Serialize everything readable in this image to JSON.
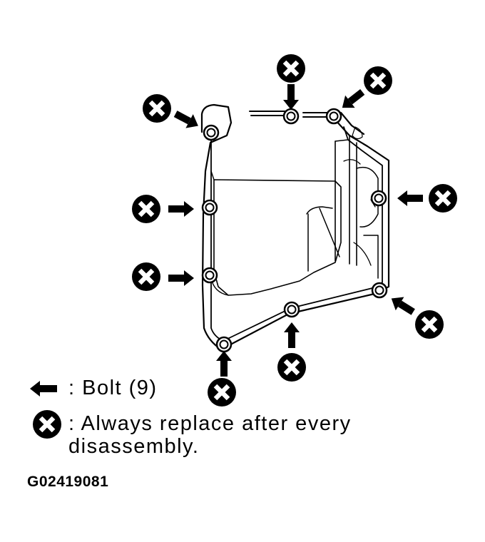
{
  "legend": {
    "bolt_label": ": Bolt (9)",
    "replace_label": ": Always replace after every disassembly."
  },
  "figure_code": "G02419081",
  "colors": {
    "ink": "#000000",
    "paper": "#ffffff"
  },
  "icons": {
    "arrow": "bolt-arrow-icon",
    "replace": "replace-x-icon"
  },
  "bolt_count": 9
}
